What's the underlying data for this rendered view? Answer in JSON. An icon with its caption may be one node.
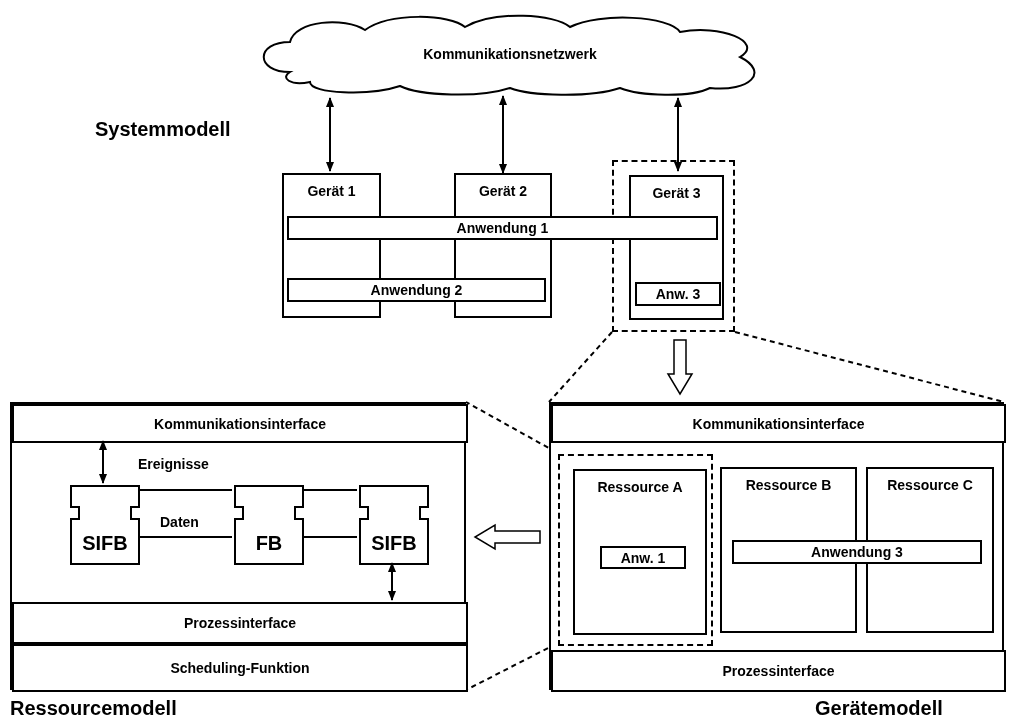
{
  "diagram": {
    "nodes": [
      {
        "text": [
          "Kommunikationsnetzwerk"
        ]
      },
      {
        "text": [
          "Gerät 1"
        ]
      },
      {
        "text": [
          "Gerät 2"
        ]
      },
      {
        "text": [],
        "shape": "box"
      },
      {
        "text": [
          "Gerät 3"
        ],
        "in": 3
      },
      {
        "text": [
          "Anwendung 1"
        ]
      },
      {
        "text": [
          "Anwendung 2"
        ]
      },
      {
        "text": [
          "Anw. 3"
        ],
        "in": 4
      },
      {
        "text": [],
        "shape": "box"
      },
      {
        "text": [
          "Kommunikationsinterface"
        ],
        "in": 8
      },
      {
        "text": [],
        "shape": "box",
        "in": 8
      },
      {
        "text": [
          "Ressource A"
        ],
        "in": 10
      },
      {
        "text": [
          "Anw. 1"
        ],
        "in": 11
      },
      {
        "text": [
          "Ressource B"
        ],
        "in": 8
      },
      {
        "text": [
          "Ressource C"
        ],
        "in": 8
      },
      {
        "text": [
          "Anwendung 3"
        ],
        "in": 8
      },
      {
        "text": [
          "Prozessinterface"
        ],
        "in": 8
      },
      {
        "text": [],
        "shape": "box"
      },
      {
        "text": [
          "Kommunikationsinterface"
        ],
        "in": 17
      },
      {
        "text": [
          "SIFB"
        ],
        "in": 17
      },
      {
        "text": [
          "FB"
        ],
        "in": 17
      },
      {
        "text": [
          "SIFB"
        ],
        "in": 17
      },
      {
        "text": [
          "Prozessinterface"
        ],
        "in": 17
      },
      {
        "text": [
          "Scheduling-Funktion"
        ],
        "in": 17
      }
    ],
    "edges": [
      {
        "from": 0,
        "to": 1,
        "arrow": "both"
      },
      {
        "from": 0,
        "to": 2,
        "arrow": "both"
      },
      {
        "from": 0,
        "to": 4,
        "arrow": "both"
      },
      {
        "from": 3,
        "to": 8,
        "arrow": "to",
        "style": "thick"
      },
      {
        "from": 3,
        "to": 8,
        "arrow": "none",
        "style": "dashed"
      },
      {
        "from": 3,
        "to": 8,
        "arrow": "none",
        "style": "dashed"
      },
      {
        "from": 8,
        "to": 17,
        "arrow": "to",
        "style": "thick"
      },
      {
        "from": 10,
        "to": 17,
        "arrow": "none",
        "style": "dashed"
      },
      {
        "from": 10,
        "to": 17,
        "arrow": "none",
        "style": "dashed"
      },
      {
        "from": 18,
        "to": 19,
        "arrow": "both"
      },
      {
        "from": 19,
        "to": 20,
        "arrow": "none",
        "label": "Ereignisse"
      },
      {
        "from": 19,
        "to": 20,
        "arrow": "none",
        "label": "Daten"
      },
      {
        "from": 20,
        "to": 21,
        "arrow": "none"
      },
      {
        "from": 20,
        "to": 21,
        "arrow": "none"
      },
      {
        "from": 21,
        "to": 22,
        "arrow": "both"
      }
    ],
    "labels": [
      "Systemmodell",
      "Ressourcemodell",
      "Gerätemodell"
    ]
  }
}
